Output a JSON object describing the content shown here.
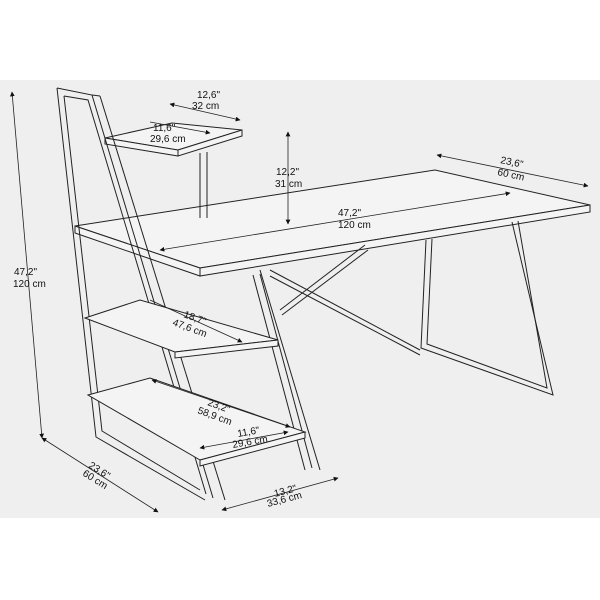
{
  "diagram": {
    "subject": "Desk with ladder shelf",
    "dimensions": {
      "total_height": {
        "inch": "47,2\"",
        "cm": "120 cm"
      },
      "desk_width": {
        "inch": "47,2\"",
        "cm": "120 cm"
      },
      "desk_depth": {
        "inch": "23,6\"",
        "cm": "60 cm"
      },
      "top_shelf_width": {
        "inch": "12,6\"",
        "cm": "32 cm"
      },
      "top_shelf_depth": {
        "inch": "11,6\"",
        "cm": "29,6 cm"
      },
      "riser_height": {
        "inch": "12,2\"",
        "cm": "31 cm"
      },
      "middle_shelf": {
        "inch": "18,7\"",
        "cm": "47,6 cm"
      },
      "lower_shelf": {
        "inch": "23,2\"",
        "cm": "58,9 cm"
      },
      "lower_shelf_depth": {
        "inch": "11,6\"",
        "cm": "29,6 cm"
      },
      "ladder_depth": {
        "inch": "23,6\"",
        "cm": "60 cm"
      },
      "ladder_base_width": {
        "inch": "13,2\"",
        "cm": "33,6 cm"
      }
    },
    "colors": {
      "background": "#efefef",
      "line": "#222222"
    }
  }
}
